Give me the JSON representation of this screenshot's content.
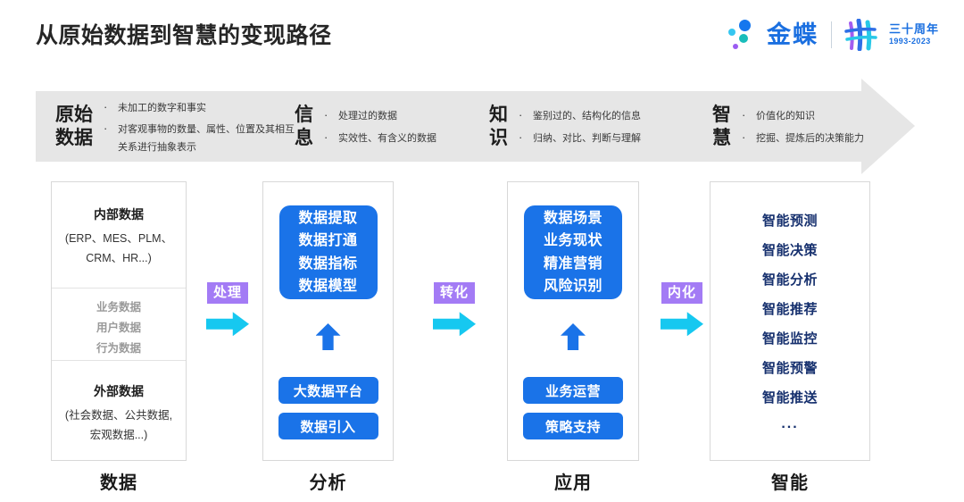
{
  "header": {
    "title": "从原始数据到智慧的变现路径",
    "brand": {
      "name": "金蝶",
      "anniversary_label": "三十周年",
      "anniversary_years": "1993-2023"
    }
  },
  "banner": {
    "groups": [
      {
        "heading": "原始\n数据",
        "heading_line1": "原始",
        "heading_line2": "数据",
        "bullets": [
          "未加工的数字和事实",
          "对客观事物的数量、属性、位置及其相互关系进行抽象表示"
        ]
      },
      {
        "heading_line1": "信",
        "heading_line2": "息",
        "bullets": [
          "处理过的数据",
          "实效性、有含义的数据"
        ]
      },
      {
        "heading_line1": "知",
        "heading_line2": "识",
        "bullets": [
          "鉴别过的、结构化的信息",
          "归纳、对比、判断与理解"
        ]
      },
      {
        "heading_line1": "智",
        "heading_line2": "慧",
        "bullets": [
          "价值化的知识",
          "挖掘、提炼后的决策能力"
        ]
      }
    ]
  },
  "columns": [
    {
      "bottom_label": "数据",
      "internal_title": "内部数据",
      "internal_sub_line1": "(ERP、MES、PLM、",
      "internal_sub_line2": "CRM、HR...)",
      "middle_items": [
        "业务数据",
        "用户数据",
        "行为数据"
      ],
      "external_title": "外部数据",
      "external_sub_line1": "(社会数据、公共数据,",
      "external_sub_line2": "宏观数据...)"
    },
    {
      "bottom_label": "分析",
      "card_lines": [
        "数据提取",
        "数据打通",
        "数据指标",
        "数据模型"
      ],
      "pill_1": "大数据平台",
      "pill_2": "数据引入"
    },
    {
      "bottom_label": "应用",
      "card_lines": [
        "数据场景",
        "业务现状",
        "精准营销",
        "风险识别"
      ],
      "pill_1": "业务运营",
      "pill_2": "策略支持"
    },
    {
      "bottom_label": "智能",
      "items": [
        "智能预测",
        "智能决策",
        "智能分析",
        "智能推荐",
        "智能监控",
        "智能预警",
        "智能推送"
      ],
      "ellipsis": "..."
    }
  ],
  "connectors": [
    {
      "label": "处理"
    },
    {
      "label": "转化"
    },
    {
      "label": "内化"
    }
  ],
  "colors": {
    "accent_blue": "#1a73e8",
    "deep_navy": "#16306e",
    "tag_purple": "#a37bf5",
    "arrow_cyan": "#16c8f0",
    "banner_gray": "#e6e6e6",
    "brand_blue": "#1a6fe0"
  }
}
